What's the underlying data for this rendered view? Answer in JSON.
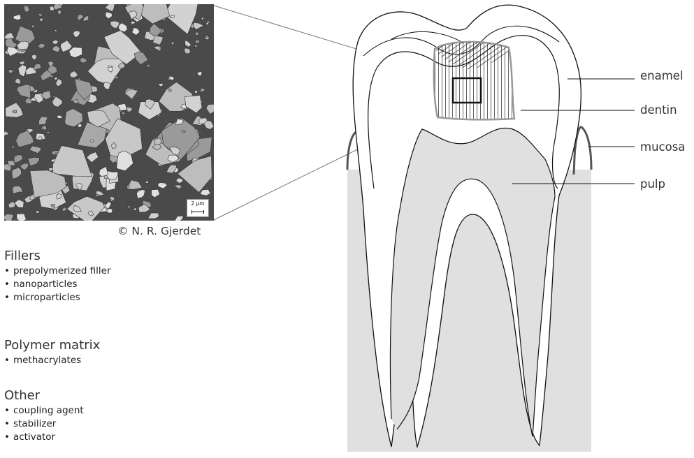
{
  "micrograph": {
    "scale_label": "2 µm",
    "credit": "© N. R. Gjerdet"
  },
  "composition": {
    "groups": [
      {
        "heading": "Fillers",
        "items": [
          "prepolymerized  filler",
          "nanoparticles",
          "microparticles"
        ]
      },
      {
        "heading": "Polymer matrix",
        "items": [
          "methacrylates"
        ]
      },
      {
        "heading": "Other",
        "items": [
          "coupling agent",
          "stabilizer",
          "activator"
        ]
      }
    ]
  },
  "tooth": {
    "labels": {
      "enamel": "enamel",
      "dentin": "dentin",
      "mucosa": "mucosa",
      "pulp": "pulp"
    }
  },
  "colors": {
    "micrograph_bg": "#4a4a4a",
    "particle": "#c8c8c8",
    "gum": "#e0e0e0",
    "filling_border": "#999999",
    "line": "#111111"
  }
}
